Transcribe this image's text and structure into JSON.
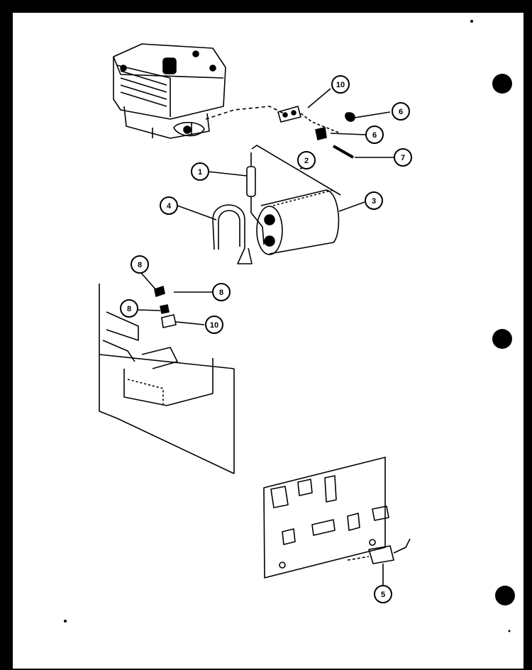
{
  "diagram": {
    "callouts": [
      {
        "id": "c1",
        "label": "1"
      },
      {
        "id": "c2",
        "label": "2"
      },
      {
        "id": "c3",
        "label": "3"
      },
      {
        "id": "c4",
        "label": "4"
      },
      {
        "id": "c5",
        "label": "5"
      },
      {
        "id": "c6a",
        "label": "6"
      },
      {
        "id": "c6b",
        "label": "6"
      },
      {
        "id": "c7",
        "label": "7"
      },
      {
        "id": "c8a",
        "label": "8"
      },
      {
        "id": "c8b",
        "label": "8"
      },
      {
        "id": "c8c",
        "label": "8"
      },
      {
        "id": "c10a",
        "label": "10"
      },
      {
        "id": "c10b",
        "label": "10"
      }
    ]
  },
  "colors": {
    "paper": "#ffffff",
    "ink": "#000000",
    "border": "#000000"
  }
}
